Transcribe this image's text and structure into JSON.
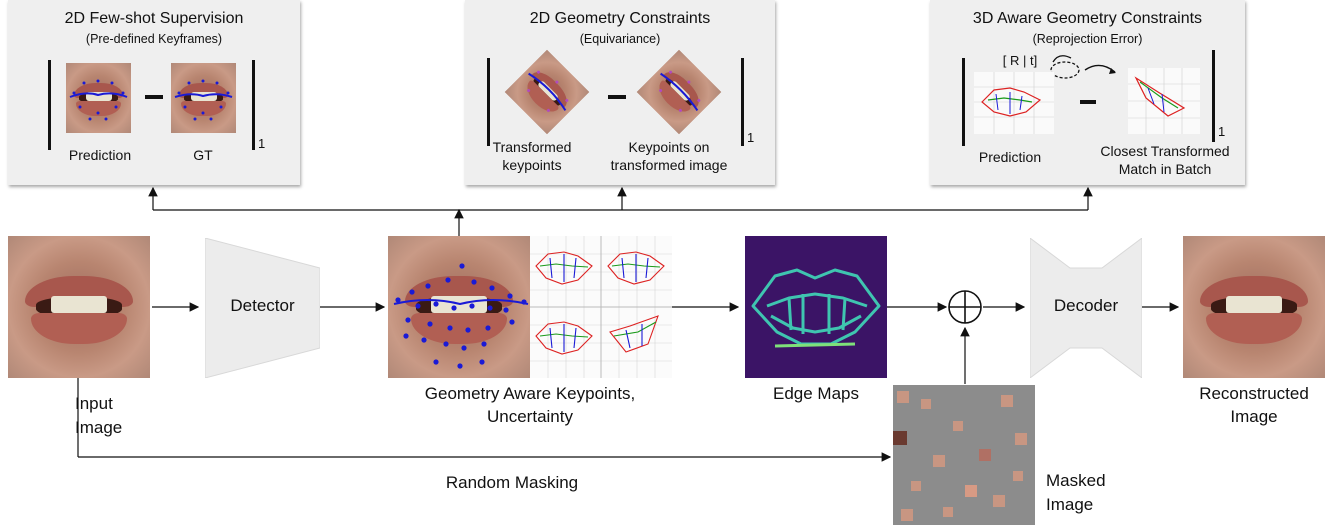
{
  "panels": {
    "few_shot": {
      "title": "2D Few-shot Supervision",
      "subtitle": "(Pre-defined Keyframes)",
      "label_left": "Prediction",
      "label_right": "GT",
      "norm": "1"
    },
    "geometry": {
      "title": "2D Geometry Constraints",
      "subtitle": "(Equivariance)",
      "label_left_1": "Transformed",
      "label_left_2": "keypoints",
      "label_right_1": "Keypoints on",
      "label_right_2": "transformed image",
      "norm": "1"
    },
    "aware": {
      "title": "3D Aware Geometry Constraints",
      "subtitle": "(Reprojection Error)",
      "rt": "[ R | t]",
      "label_left": "Prediction",
      "label_right_1": "Closest Transformed",
      "label_right_2": "Match in Batch",
      "norm": "1"
    }
  },
  "pipeline": {
    "detector": "Detector",
    "decoder": "Decoder",
    "input_1": "Input",
    "input_2": "Image",
    "keypoints_1": "Geometry Aware Keypoints,",
    "keypoints_2": "Uncertainty",
    "edge_maps": "Edge Maps",
    "reconstructed_1": "Reconstructed",
    "reconstructed_2": "Image",
    "masked_1": "Masked",
    "masked_2": "Image",
    "random_masking": "Random Masking",
    "combine_symbol": "⊕"
  },
  "colors": {
    "panel_bg": "#efefef",
    "block_gray": "#ececec",
    "edge_bg": "#3b1466",
    "edge_line": "#3fc5b0",
    "kp_blue": "#1a1ad6",
    "mask_gray": "#8c8c8c"
  }
}
